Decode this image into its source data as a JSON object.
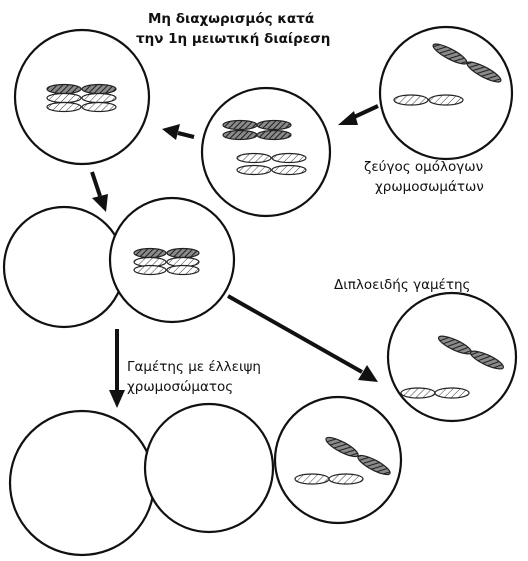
{
  "labels": {
    "nondisjunction_line1": "Μη διαχωρισμός κατά",
    "nondisjunction_line2": "την 1η μειωτική διαίρεση",
    "homologous_pair_line1": "ζεύγος ομόλογων",
    "homologous_pair_line2": "χρωμοσωμάτων",
    "diploid_gamete": "Διπλοειδής γαμέτης",
    "missing_chromosome_line1": "Γαμέτης με έλλειψη",
    "missing_chromosome_line2": "χρωμοσώματος"
  },
  "colors": {
    "outline": "#111111",
    "dark_chromosome": "#555555",
    "light_chromosome": "#ffffff",
    "background": "#ffffff"
  }
}
